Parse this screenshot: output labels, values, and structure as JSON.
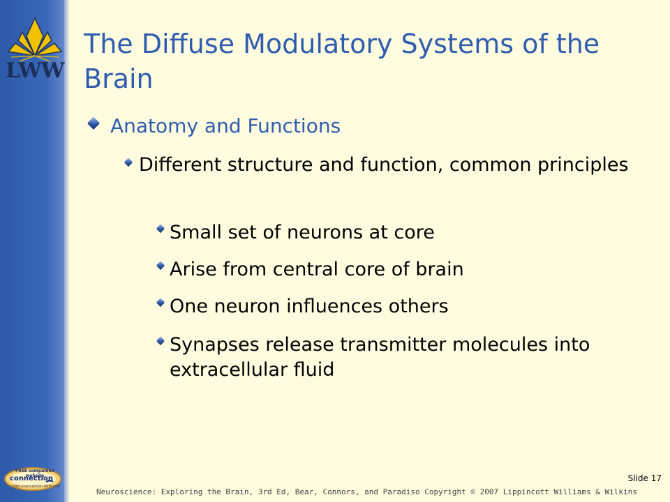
{
  "logo": {
    "text": "LWW",
    "colors": {
      "gold": "#F2C200",
      "navy": "#1C2E5A"
    }
  },
  "title": "The Diffuse Modulatory Systems of the Brain",
  "content": {
    "level1": "Anatomy and Functions",
    "level2": "Different structure and function, common principles",
    "level3": [
      "Small set of neurons at core",
      "Arise from central core of brain",
      "One neuron influences others",
      "Synapses release transmitter molecules into extracellular fluid"
    ]
  },
  "companion_badge": {
    "top_text": "FREE companion website",
    "word": "connection",
    "url": "http://connection.LWW.com"
  },
  "footer": "Neuroscience: Exploring the Brain, 3rd Ed, Bear, Connors, and Paradiso Copyright © 2007 Lippincott Williams & Wilkins",
  "slide_number": "Slide 17",
  "colors": {
    "accent": "#2F5CAE",
    "background": "#FFFCE0",
    "sidebar": "#3A68B9"
  }
}
